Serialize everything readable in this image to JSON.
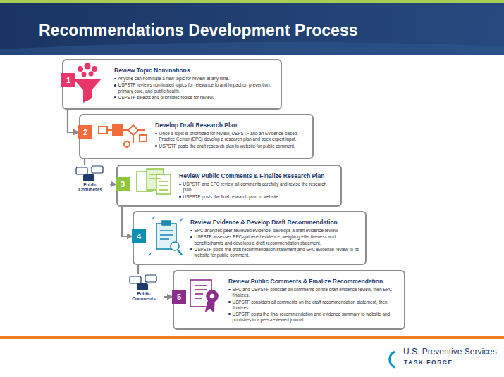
{
  "diagram": {
    "title": "Recommendations Development Process",
    "nodes": [
      {
        "text": [
          "Review Topic Nominations",
          "Anyone can nominate a new topic for review at any time.",
          "USPSTF reviews nominated topics for relevance to and impact on prevention, primary care, and public health.",
          "USPSTF selects and prioritizes topics for review."
        ]
      },
      {
        "text": [
          "1"
        ],
        "in": 0
      },
      {
        "text": [
          "Develop Draft Research Plan",
          "Once a topic is prioritized for review, USPSTF and an Evidence-based Practice Center (EPC) develop a research plan and seek expert input.",
          "USPSTF posts the draft research plan to website for public comment."
        ]
      },
      {
        "text": [
          "2"
        ],
        "in": 2
      },
      {
        "text": [
          "Review Public Comments & Finalize Research Plan",
          "USPSTF and EPC review all comments carefully and revise the research plan.",
          "USPSTF posts the final research plan to website."
        ]
      },
      {
        "text": [
          "3"
        ],
        "in": 4
      },
      {
        "text": [
          "Review Evidence & Develop Draft Recommendation",
          "EPC analyzes peer-reviewed evidence; develops a draft evidence review.",
          "USPSTF assesses EPC-gathered evidence, weighing effectiveness and benefits/harms and develops a draft recommendation statement.",
          "USPSTF posts the draft recommendation statement and EPC evidence review to its website for public comment."
        ]
      },
      {
        "text": [
          "4"
        ],
        "in": 6
      },
      {
        "text": [
          "Review Public Comments & Finalize Recommendation",
          "EPC and USPSTF consider all comments on the draft evidence review, then EPC finalizes.",
          "USPSTF considers all comments on the draft recommendation statement, then finalizes.",
          "USPSTF posts the final recommendation and evidence summary to website and publishes in a peer-reviewed journal."
        ]
      },
      {
        "text": [
          "5"
        ],
        "in": 8
      }
    ],
    "edges": [
      {
        "from": 0,
        "to": 2,
        "arrow": "to"
      },
      {
        "from": 2,
        "to": 4,
        "arrow": "to"
      },
      {
        "from": 4,
        "to": 6,
        "arrow": "to"
      },
      {
        "from": 6,
        "to": 8,
        "arrow": "to"
      }
    ],
    "labels": [
      "Public Comments",
      "Public Comments",
      "U.S. Preventive Services",
      "TASK FORCE"
    ]
  }
}
